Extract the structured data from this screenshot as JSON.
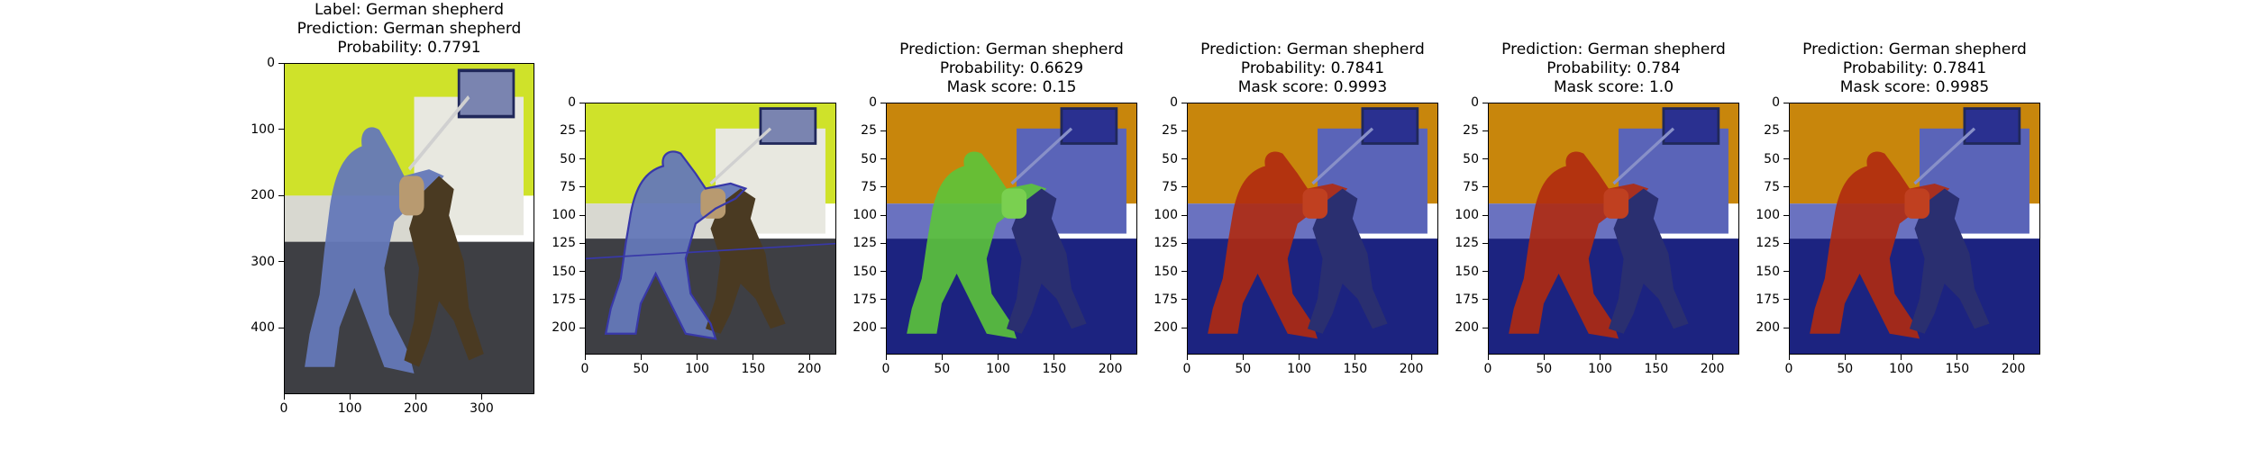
{
  "panels": [
    {
      "title_lines": [
        "Label: German shepherd",
        "Prediction: German shepherd",
        "Probability: 0.7791"
      ],
      "overlay": "none",
      "xticks": [
        "0",
        "100",
        "200",
        "300"
      ],
      "yticks": [
        "0",
        "100",
        "200",
        "300",
        "400"
      ],
      "x_tick_values": [
        0,
        100,
        200,
        300
      ],
      "y_tick_values": [
        0,
        100,
        200,
        300,
        400
      ],
      "xlim": [
        0,
        380
      ],
      "ylim": [
        0,
        500
      ]
    },
    {
      "title_lines": [],
      "overlay": "outline",
      "xticks": [
        "0",
        "50",
        "100",
        "150",
        "200"
      ],
      "yticks": [
        "0",
        "25",
        "50",
        "75",
        "100",
        "125",
        "150",
        "175",
        "200"
      ],
      "x_tick_values": [
        0,
        50,
        100,
        150,
        200
      ],
      "y_tick_values": [
        0,
        25,
        50,
        75,
        100,
        125,
        150,
        175,
        200
      ],
      "xlim": [
        0,
        224
      ],
      "ylim": [
        0,
        224
      ]
    },
    {
      "title_lines": [
        "Prediction: German shepherd",
        "Probability: 0.6629",
        "Mask score: 0.15"
      ],
      "overlay": "green-person",
      "xticks": [
        "0",
        "50",
        "100",
        "150",
        "200"
      ],
      "yticks": [
        "0",
        "25",
        "50",
        "75",
        "100",
        "125",
        "150",
        "175",
        "200"
      ],
      "x_tick_values": [
        0,
        50,
        100,
        150,
        200
      ],
      "y_tick_values": [
        0,
        25,
        50,
        75,
        100,
        125,
        150,
        175,
        200
      ],
      "xlim": [
        0,
        224
      ],
      "ylim": [
        0,
        224
      ]
    },
    {
      "title_lines": [
        "Prediction: German shepherd",
        "Probability: 0.7841",
        "Mask score: 0.9993"
      ],
      "overlay": "red-person",
      "xticks": [
        "0",
        "50",
        "100",
        "150",
        "200"
      ],
      "yticks": [
        "0",
        "25",
        "50",
        "75",
        "100",
        "125",
        "150",
        "175",
        "200"
      ],
      "x_tick_values": [
        0,
        50,
        100,
        150,
        200
      ],
      "y_tick_values": [
        0,
        25,
        50,
        75,
        100,
        125,
        150,
        175,
        200
      ],
      "xlim": [
        0,
        224
      ],
      "ylim": [
        0,
        224
      ]
    },
    {
      "title_lines": [
        "Prediction: German shepherd",
        "Probability: 0.784",
        "Mask score: 1.0"
      ],
      "overlay": "red-person",
      "xticks": [
        "0",
        "50",
        "100",
        "150",
        "200"
      ],
      "yticks": [
        "0",
        "25",
        "50",
        "75",
        "100",
        "125",
        "150",
        "175",
        "200"
      ],
      "x_tick_values": [
        0,
        50,
        100,
        150,
        200
      ],
      "y_tick_values": [
        0,
        25,
        50,
        75,
        100,
        125,
        150,
        175,
        200
      ],
      "xlim": [
        0,
        224
      ],
      "ylim": [
        0,
        224
      ]
    },
    {
      "title_lines": [
        "Prediction: German shepherd",
        "Probability: 0.7841",
        "Mask score: 0.9985"
      ],
      "overlay": "red-person",
      "xticks": [
        "0",
        "50",
        "100",
        "150",
        "200"
      ],
      "yticks": [
        "0",
        "25",
        "50",
        "75",
        "100",
        "125",
        "150",
        "175",
        "200"
      ],
      "x_tick_values": [
        0,
        50,
        100,
        150,
        200
      ],
      "y_tick_values": [
        0,
        25,
        50,
        75,
        100,
        125,
        150,
        175,
        200
      ],
      "xlim": [
        0,
        224
      ],
      "ylim": [
        0,
        224
      ]
    }
  ],
  "colors": {
    "wall_green": "#cfe22a",
    "floor_dark": "#3e3f44",
    "door_white": "#e8e8e0",
    "tint_blue": "#1c2380",
    "tint_orange": "#c8860c",
    "mask_green": "#5cc43a",
    "mask_red": "#b02a10",
    "outline_blue": "#3838a8"
  }
}
